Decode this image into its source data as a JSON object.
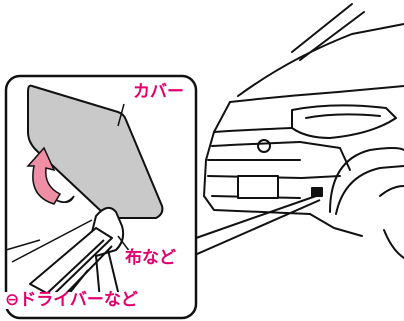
{
  "labels": {
    "cover": "カバー",
    "cloth": "布など",
    "screwdriver": "⊖ドライバーなど"
  },
  "colors": {
    "label": "#e2006e",
    "arrow": "#ee8fa5",
    "cover_fill": "#c9c9c9",
    "line": "#111111"
  }
}
